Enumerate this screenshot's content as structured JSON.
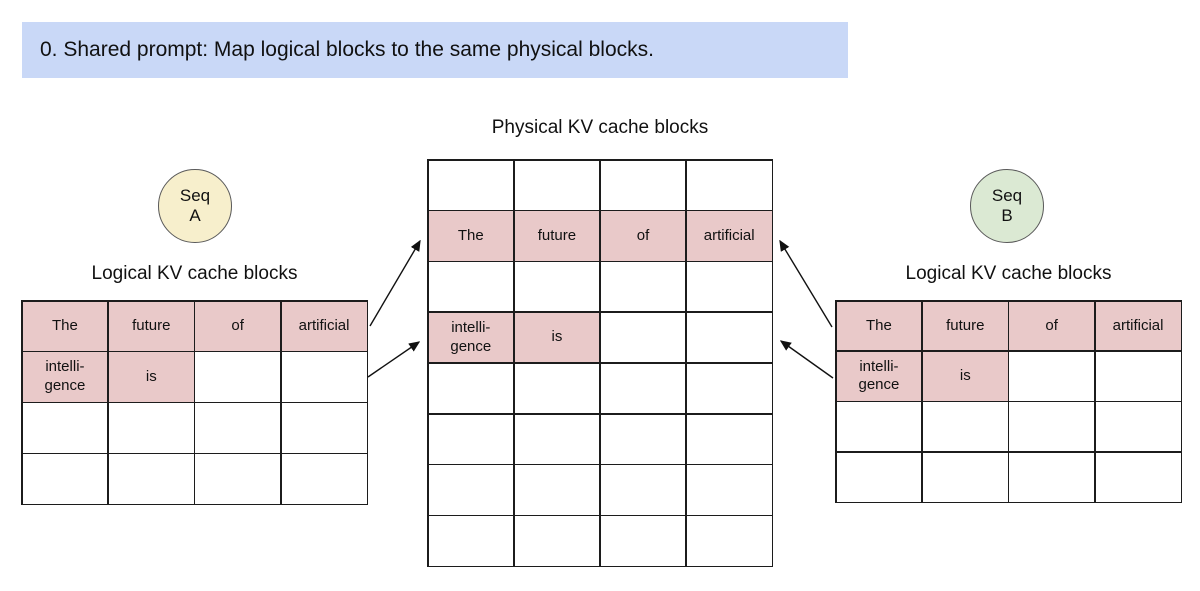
{
  "banner": {
    "text": "0. Shared prompt: Map logical blocks to the same physical blocks."
  },
  "colors": {
    "banner_bg": "#c9d8f7",
    "filled_cell": "#e9c9c9",
    "seq_a_bg": "#f7efcc",
    "seq_b_bg": "#dbe9d3"
  },
  "seq_a": {
    "line1": "Seq",
    "line2": "A"
  },
  "seq_b": {
    "line1": "Seq",
    "line2": "B"
  },
  "physical": {
    "title": "Physical KV cache blocks",
    "rows": [
      [
        "",
        "",
        "",
        ""
      ],
      [
        "The",
        "future",
        "of",
        "artificial"
      ],
      [
        "",
        "",
        "",
        ""
      ],
      [
        "intelli-\ngence",
        "is",
        "",
        ""
      ],
      [
        "",
        "",
        "",
        ""
      ],
      [
        "",
        "",
        "",
        ""
      ],
      [
        "",
        "",
        "",
        ""
      ],
      [
        "",
        "",
        "",
        ""
      ]
    ],
    "filled": [
      [
        false,
        false,
        false,
        false
      ],
      [
        true,
        true,
        true,
        true
      ],
      [
        false,
        false,
        false,
        false
      ],
      [
        true,
        true,
        false,
        false
      ],
      [
        false,
        false,
        false,
        false
      ],
      [
        false,
        false,
        false,
        false
      ],
      [
        false,
        false,
        false,
        false
      ],
      [
        false,
        false,
        false,
        false
      ]
    ]
  },
  "logical_a": {
    "title": "Logical KV cache blocks",
    "rows": [
      [
        "The",
        "future",
        "of",
        "artificial"
      ],
      [
        "intelli-\ngence",
        "is",
        "",
        ""
      ],
      [
        "",
        "",
        "",
        ""
      ],
      [
        "",
        "",
        "",
        ""
      ]
    ],
    "filled": [
      [
        true,
        true,
        true,
        true
      ],
      [
        true,
        true,
        false,
        false
      ],
      [
        false,
        false,
        false,
        false
      ],
      [
        false,
        false,
        false,
        false
      ]
    ]
  },
  "logical_b": {
    "title": "Logical KV cache blocks",
    "rows": [
      [
        "The",
        "future",
        "of",
        "artificial"
      ],
      [
        "intelli-\ngence",
        "is",
        "",
        ""
      ],
      [
        "",
        "",
        "",
        ""
      ],
      [
        "",
        "",
        "",
        ""
      ]
    ],
    "filled": [
      [
        true,
        true,
        true,
        true
      ],
      [
        true,
        true,
        false,
        false
      ],
      [
        false,
        false,
        false,
        false
      ],
      [
        false,
        false,
        false,
        false
      ]
    ]
  }
}
